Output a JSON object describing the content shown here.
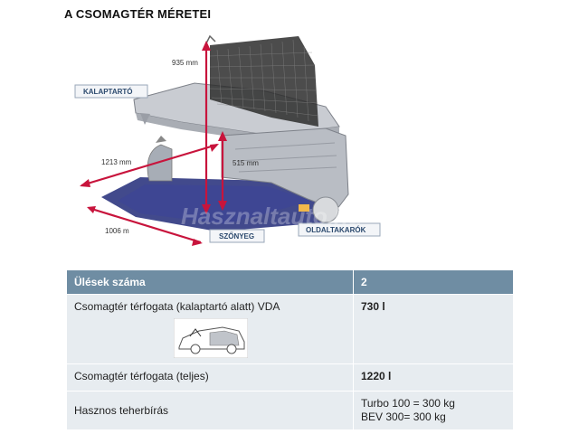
{
  "title": "A CSOMAGTÉR MÉRETEI",
  "diagram": {
    "dimensions": {
      "height": "935 mm",
      "depth": "1213 mm",
      "inner_height": "515 mm",
      "width": "1006 m"
    },
    "labels": {
      "parcel_shelf": "KALAPTARTÓ",
      "floor_mat": "SZŐNYEG",
      "side_panels": "OLDALTAKARÓK"
    },
    "watermark": "Hasznaltauto.hu"
  },
  "table": {
    "header": {
      "label": "Ülések száma",
      "value": "2"
    },
    "rows": [
      {
        "label": "Csomagtér térfogata (kalaptartó alatt) VDA",
        "value": "730 l"
      },
      {
        "label": "Csomagtér térfogata (teljes)",
        "value": "1220 l"
      },
      {
        "label": "Hasznos teherbírás",
        "value_lines": [
          "Turbo 100 = 300 kg",
          "BEV 300= 300 kg"
        ]
      }
    ]
  }
}
